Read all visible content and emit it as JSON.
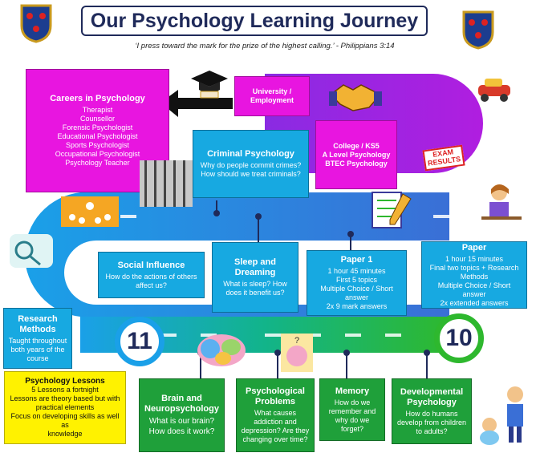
{
  "title": "Our Psychology Learning Journey",
  "quote": "‘I press toward the mark for the prize of the highest calling.’ - Philippians 3:14",
  "careers": {
    "heading": "Careers in Psychology",
    "items": [
      "Therapist",
      "Counsellor",
      "Forensic Psychologist",
      "Educational Psychologist",
      "Sports Psychologist",
      "Occupational Psychologist",
      "Psychology Teacher"
    ]
  },
  "university": {
    "line1": "University /",
    "line2": "Employment"
  },
  "college": {
    "line1": "College / KS5",
    "line2": "A Level Psychology",
    "line3": "BTEC Psychology"
  },
  "criminal": {
    "heading": "Criminal Psychology",
    "line1": "Why do people commit crimes?",
    "line2": "How should we treat criminals?"
  },
  "social": {
    "heading": "Social Influence",
    "line1": "How do the actions of others",
    "line2": "affect us?"
  },
  "sleep": {
    "heading1": "Sleep and",
    "heading2": "Dreaming",
    "line1": "What is sleep? How",
    "line2": "does it benefit us?"
  },
  "paper1": {
    "heading": "Paper 1",
    "lines": [
      "1 hour 45 minutes",
      "First 5 topics",
      "Multiple Choice / Short",
      "answer",
      "2x 9 mark answers"
    ]
  },
  "paper2": {
    "heading": "Paper",
    "lines": [
      "1 hour 15 minutes",
      "Final two topics + Research",
      "Methods",
      "Multiple Choice / Short",
      "answer",
      "2x extended answers"
    ]
  },
  "research": {
    "heading1": "Research",
    "heading2": "Methods",
    "lines": [
      "Taught throughout",
      "both years of the",
      "course"
    ]
  },
  "lessons": {
    "heading": "Psychology Lessons",
    "lines": [
      "5 Lessons a fortnight",
      "Lessons are theory based but with",
      "practical elements",
      "Focus on developing skills as well as",
      "knowledge"
    ]
  },
  "brain": {
    "heading1": "Brain and",
    "heading2": "Neuropsychology",
    "line1": "What is our brain?",
    "line2": "How does it work?"
  },
  "problems": {
    "heading1": "Psychological",
    "heading2": "Problems",
    "lines": [
      "What causes",
      "addiction and",
      "depression? Are they",
      "changing over time?"
    ]
  },
  "memory": {
    "heading": "Memory",
    "lines": [
      "How do we",
      "remember and",
      "why do we",
      "forget?"
    ]
  },
  "developmental": {
    "heading1": "Developmental",
    "heading2": "Psychology",
    "lines": [
      "How do humans",
      "develop from children",
      "to adults?"
    ]
  },
  "year11": "11",
  "year10": "10",
  "exam_stamp": "EXAM RESULTS",
  "colors": {
    "navy": "#1f2a5a",
    "blue": "#17a9e1",
    "magenta": "#e815e0",
    "green": "#1fa03a",
    "yellow": "#fff200",
    "purple": "#7a2fd1"
  }
}
